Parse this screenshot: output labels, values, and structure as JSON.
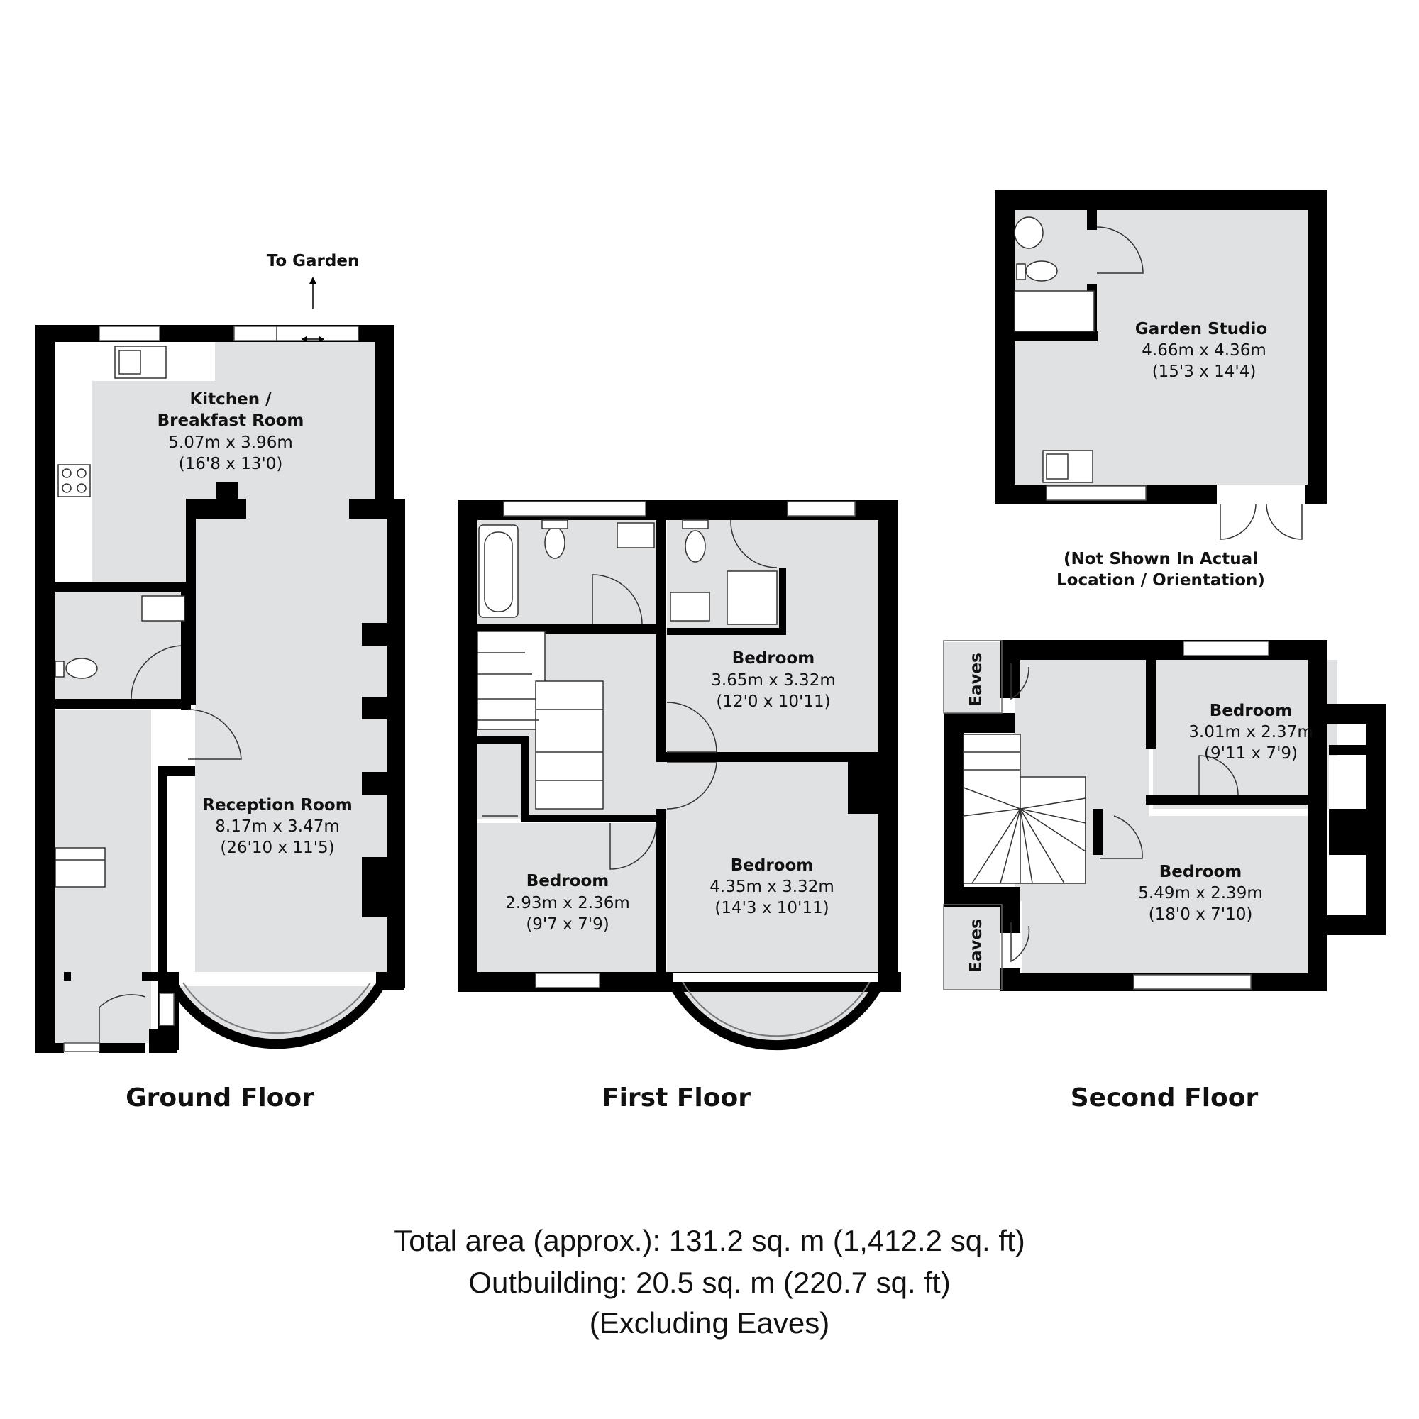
{
  "ground_floor": {
    "title": "Ground Floor",
    "to_garden": "To Garden",
    "kitchen": {
      "name1": "Kitchen /",
      "name2": "Breakfast Room",
      "metric": "5.07m x 3.96m",
      "imperial": "(16'8 x 13'0)"
    },
    "reception": {
      "name": "Reception Room",
      "metric": "8.17m x 3.47m",
      "imperial": "(26'10 x 11'5)"
    }
  },
  "first_floor": {
    "title": "First Floor",
    "bedroom_a": {
      "name": "Bedroom",
      "metric": "3.65m x 3.32m",
      "imperial": "(12'0 x 10'11)"
    },
    "bedroom_b": {
      "name": "Bedroom",
      "metric": "2.93m x 2.36m",
      "imperial": "(9'7 x 7'9)"
    },
    "bedroom_c": {
      "name": "Bedroom",
      "metric": "4.35m x 3.32m",
      "imperial": "(14'3 x 10'11)"
    }
  },
  "second_floor": {
    "title": "Second Floor",
    "eaves_top": "Eaves",
    "eaves_bottom": "Eaves",
    "bedroom_a": {
      "name": "Bedroom",
      "metric": "3.01m x 2.37m",
      "imperial": "(9'11 x 7'9)"
    },
    "bedroom_b": {
      "name": "Bedroom",
      "metric": "5.49m x 2.39m",
      "imperial": "(18'0 x 7'10)"
    }
  },
  "garden_studio": {
    "name": "Garden Studio",
    "metric": "4.66m x 4.36m",
    "imperial": "(15'3 x 14'4)",
    "note1": "(Not Shown In Actual",
    "note2": "Location / Orientation)"
  },
  "totals": {
    "total_area": "Total area (approx.): 131.2 sq. m (1,412.2 sq. ft)",
    "outbuilding": "Outbuilding: 20.5 sq. m (220.7 sq. ft)",
    "excluding": "(Excluding Eaves)"
  }
}
